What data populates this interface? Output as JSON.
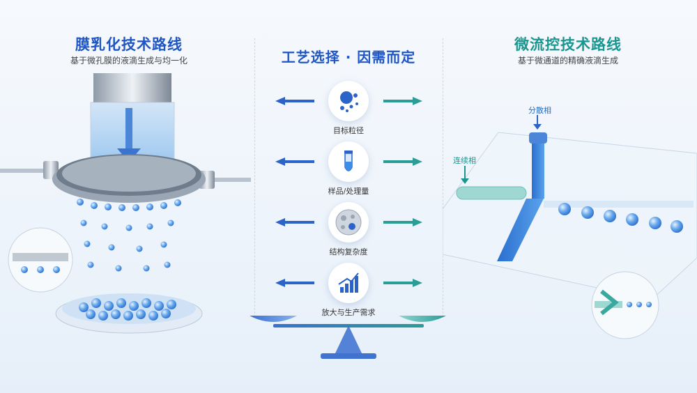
{
  "left": {
    "title": "膜乳化技术路线",
    "subtitle": "基于微孔膜的液滴生成与均一化"
  },
  "right": {
    "title": "微流控技术路线",
    "subtitle": "基于微通道的精确液滴生成",
    "dispersed_phase_label": "分散相",
    "continuous_phase_label": "连续相"
  },
  "center": {
    "title": "工艺选择 · 因需而定",
    "factors": [
      {
        "label": "目标粒径",
        "icon": "particles-icon"
      },
      {
        "label": "样品/处理量",
        "icon": "test-tube-icon"
      },
      {
        "label": "结构复杂度",
        "icon": "microsphere-structure-icon"
      },
      {
        "label": "放大与生产需求",
        "icon": "growth-chart-icon"
      }
    ]
  },
  "colors": {
    "blue": "#1f56c4",
    "teal": "#19968f",
    "droplet": "#3b8de8"
  }
}
